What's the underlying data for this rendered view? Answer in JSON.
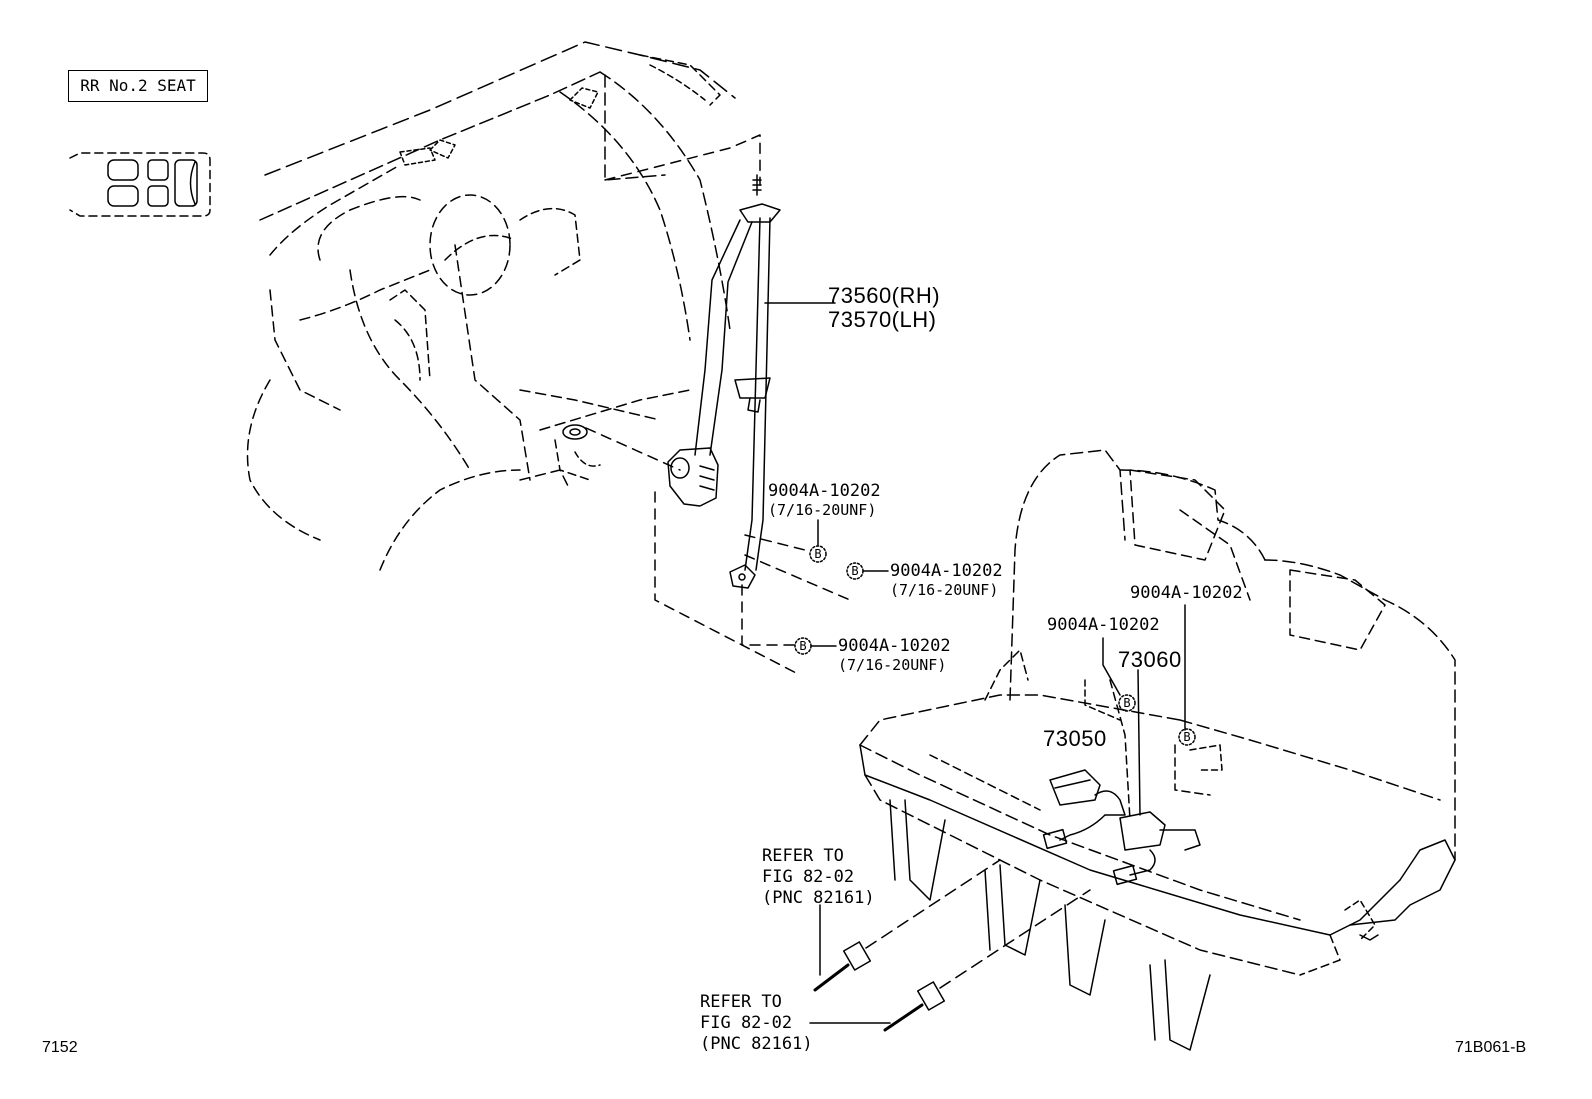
{
  "header": {
    "section_label": "RR No.2 SEAT"
  },
  "callouts": {
    "retractor_rh": "73560(RH)",
    "retractor_lh": "73570(LH)",
    "bolt_1_part": "9004A-10202",
    "bolt_1_thread": "(7/16-20UNF)",
    "bolt_2_part": "9004A-10202",
    "bolt_2_thread": "(7/16-20UNF)",
    "bolt_3_part": "9004A-10202",
    "bolt_3_thread": "(7/16-20UNF)",
    "bolt_4_part": "9004A-10202",
    "bolt_5_part": "9004A-10202",
    "buckle_center": "73060",
    "buckle_left": "73050",
    "bolt_marker": "B"
  },
  "references": [
    {
      "line1": "REFER TO",
      "line2": "FIG 82-02",
      "line3": "(PNC 82161)"
    },
    {
      "line1": "REFER TO",
      "line2": "FIG 82-02",
      "line3": "(PNC 82161)"
    }
  ],
  "footer": {
    "page_code": "7152",
    "figure_code": "71B061-B"
  }
}
